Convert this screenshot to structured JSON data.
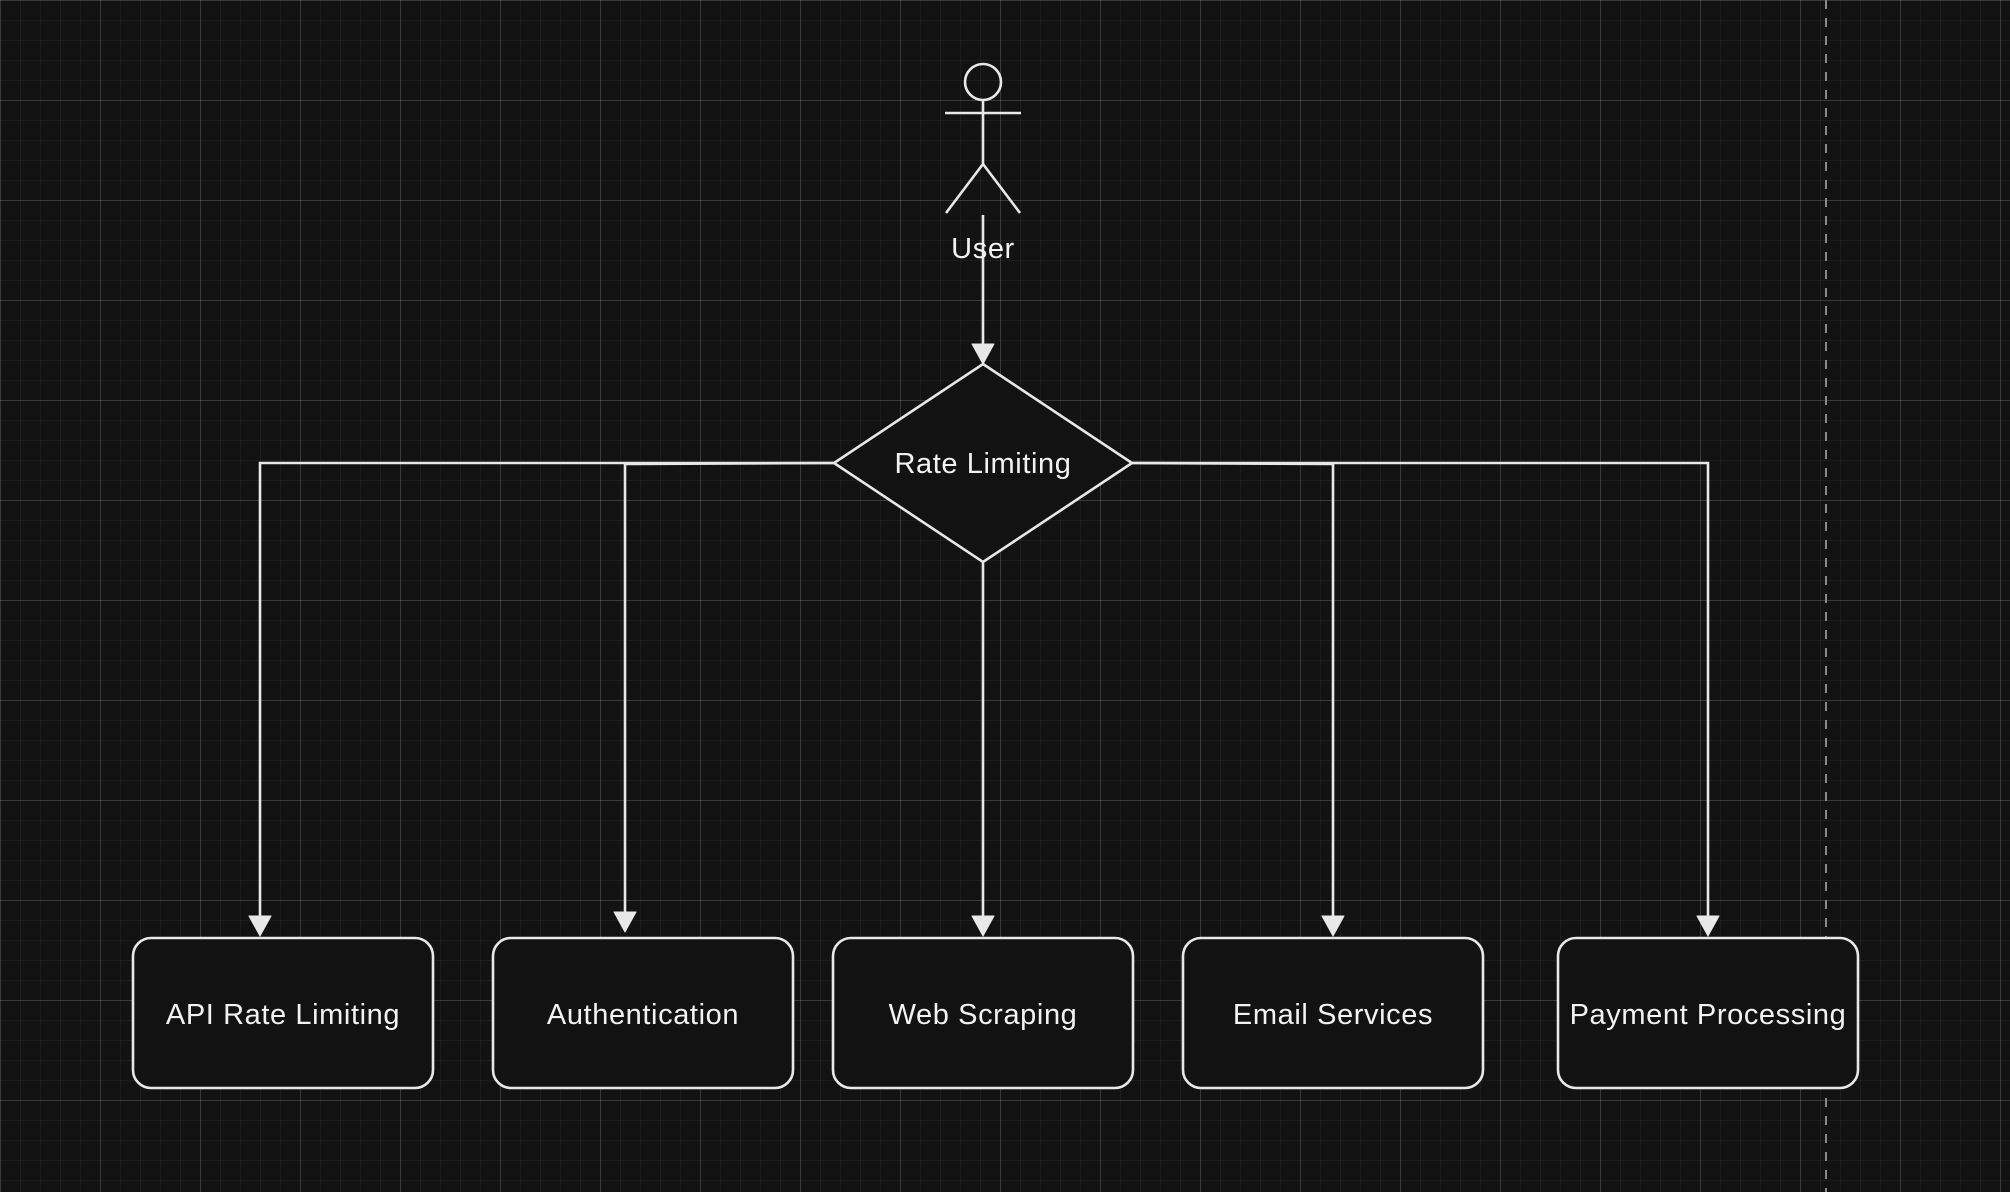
{
  "diagram": {
    "actor": {
      "label": "User"
    },
    "decision": {
      "label": "Rate Limiting"
    },
    "nodes": [
      {
        "label": "API Rate Limiting"
      },
      {
        "label": "Authentication"
      },
      {
        "label": "Web Scraping"
      },
      {
        "label": "Email Services"
      },
      {
        "label": "Payment Processing"
      }
    ],
    "colors": {
      "background": "#121212",
      "stroke": "#e8e8e8",
      "text": "#f2f2f2",
      "grid": "#2a2a2a"
    }
  }
}
